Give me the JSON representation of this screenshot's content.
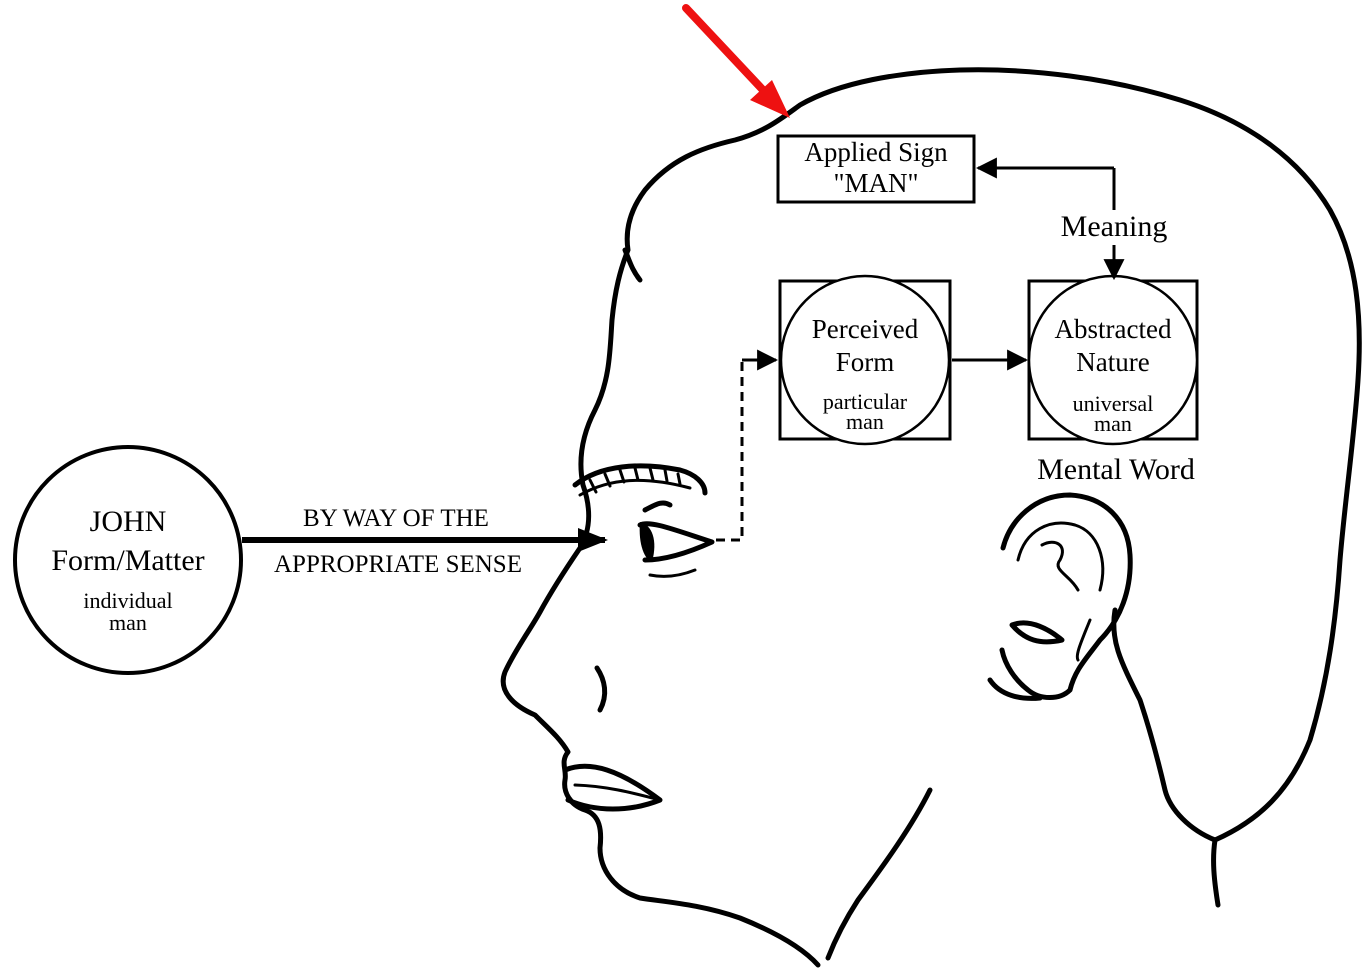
{
  "colors": {
    "ink": "#000000",
    "pointer_arrow": "#ee1111",
    "background": "#ffffff"
  },
  "source": {
    "name": "JOHN",
    "subtitle": "Form/Matter",
    "caption_line1": "individual",
    "caption_line2": "man"
  },
  "sense_path": {
    "line1": "BY WAY OF THE",
    "line2": "APPROPRIATE SENSE"
  },
  "perceived": {
    "line1": "Perceived",
    "line2": "Form",
    "caption_line1": "particular",
    "caption_line2": "man"
  },
  "abstracted": {
    "line1": "Abstracted",
    "line2": "Nature",
    "caption_line1": "universal",
    "caption_line2": "man"
  },
  "mental_word_label": "Mental Word",
  "meaning_label": "Meaning",
  "applied_sign": {
    "line1": "Applied Sign",
    "line2": "\"MAN\""
  },
  "icons": [
    "head-profile-icon",
    "eye-icon",
    "ear-icon",
    "red-pointer-arrow-icon"
  ]
}
